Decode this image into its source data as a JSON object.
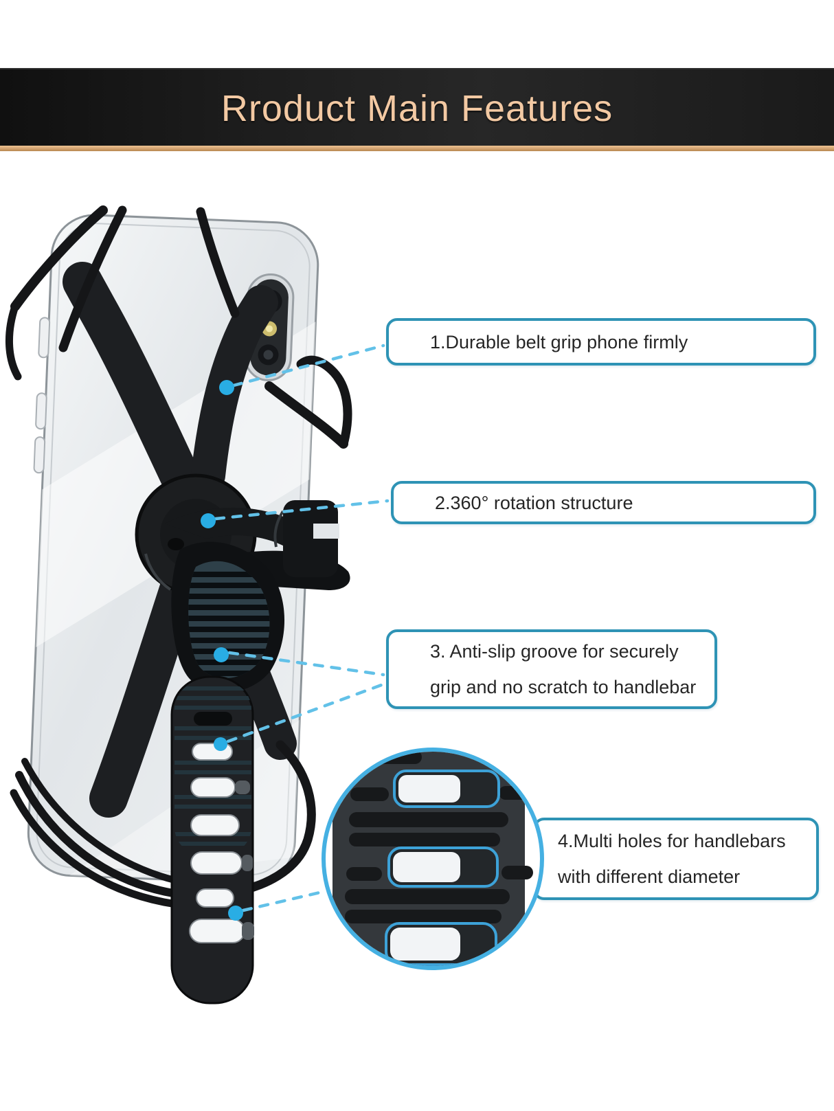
{
  "header": {
    "title": "Rroduct Main Features"
  },
  "callouts": [
    {
      "number": "1",
      "lines": [
        "1.Durable belt grip phone firmly"
      ]
    },
    {
      "number": "2",
      "lines": [
        "2.360° rotation structure"
      ]
    },
    {
      "number": "3",
      "lines": [
        "3. Anti-slip groove for securely",
        "grip and no scratch to handlebar"
      ]
    },
    {
      "number": "4",
      "lines": [
        "4.Multi holes for handlebars",
        "with different diameter"
      ]
    }
  ],
  "colors": {
    "banner-bg": "#1e1e1e",
    "banner-text": "#f3c9a3",
    "banner-accent": "#d7a474",
    "callout-border": "#2e93b5",
    "callout-text": "#262626",
    "dash": "#62c1e8",
    "dot": "#29ade4",
    "magnifier-ring": "#45b0e2"
  }
}
